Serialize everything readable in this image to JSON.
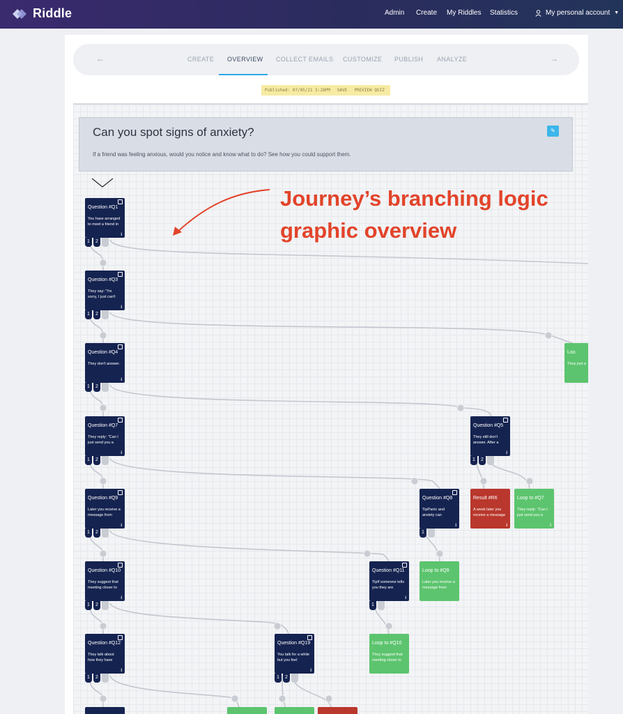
{
  "app": {
    "name": "Riddle"
  },
  "topnav": {
    "admin": "Admin",
    "create": "Create",
    "my_riddles": "My Riddles",
    "statistics": "Statistics",
    "account": "My personal account"
  },
  "tabs": [
    "CREATE",
    "OVERVIEW",
    "COLLECT EMAILS",
    "CUSTOMIZE",
    "PUBLISH",
    "ANALYZE"
  ],
  "active_tab": "OVERVIEW",
  "publish_bar": {
    "published": "Published: 07/05/21 5:28PM",
    "save": "SAVE",
    "preview": "PREVIEW QUIZ"
  },
  "quiz": {
    "title": "Can you spot signs of anxiety?",
    "description": "If a friend was feeling anxious, would you notice and know what to do? See how you could support them."
  },
  "annotation": "Journey’s branching logic graphic overview",
  "nodes": {
    "q1": {
      "title": "Question #Q1",
      "text": "You have arranged to meet a friend in"
    },
    "q3": {
      "title": "Question #Q3",
      "text": "They say: \"I'm sorry, I just can't"
    },
    "q4": {
      "title": "Question #Q4",
      "text": "They don't answer."
    },
    "q7": {
      "title": "Question #Q7",
      "text": "They reply: \"Can I just send you a"
    },
    "q5": {
      "title": "Question #Q5",
      "text": "They still don't answer. After a"
    },
    "q9": {
      "title": "Question #Q9",
      "text": "Later you receive a message from"
    },
    "q8": {
      "title": "Question #Q8",
      "text": "TipPanic and anxiety can"
    },
    "r6": {
      "title": "Result #R6",
      "text": "A week later you receive a message"
    },
    "lq7": {
      "title": "Loop to #Q7",
      "text": "They reply: \"Can I just send you a"
    },
    "q10": {
      "title": "Question #Q10",
      "text": "They suggest that meeting closer to"
    },
    "q11": {
      "title": "Question #Q11",
      "text": "TipIf someone tells you they are"
    },
    "lq9": {
      "title": "Loop to #Q9",
      "text": "Later you receive a message from"
    },
    "q12": {
      "title": "Question #Q12",
      "text": "They talk about how they have"
    },
    "q19": {
      "title": "Question #Q19",
      "text": "You talk for a while but you feel"
    },
    "lq10": {
      "title": "Loop to #Q10",
      "text": "They suggest that meeting closer to"
    },
    "lpart": {
      "title": "Loo",
      "text": "They just a"
    }
  }
}
